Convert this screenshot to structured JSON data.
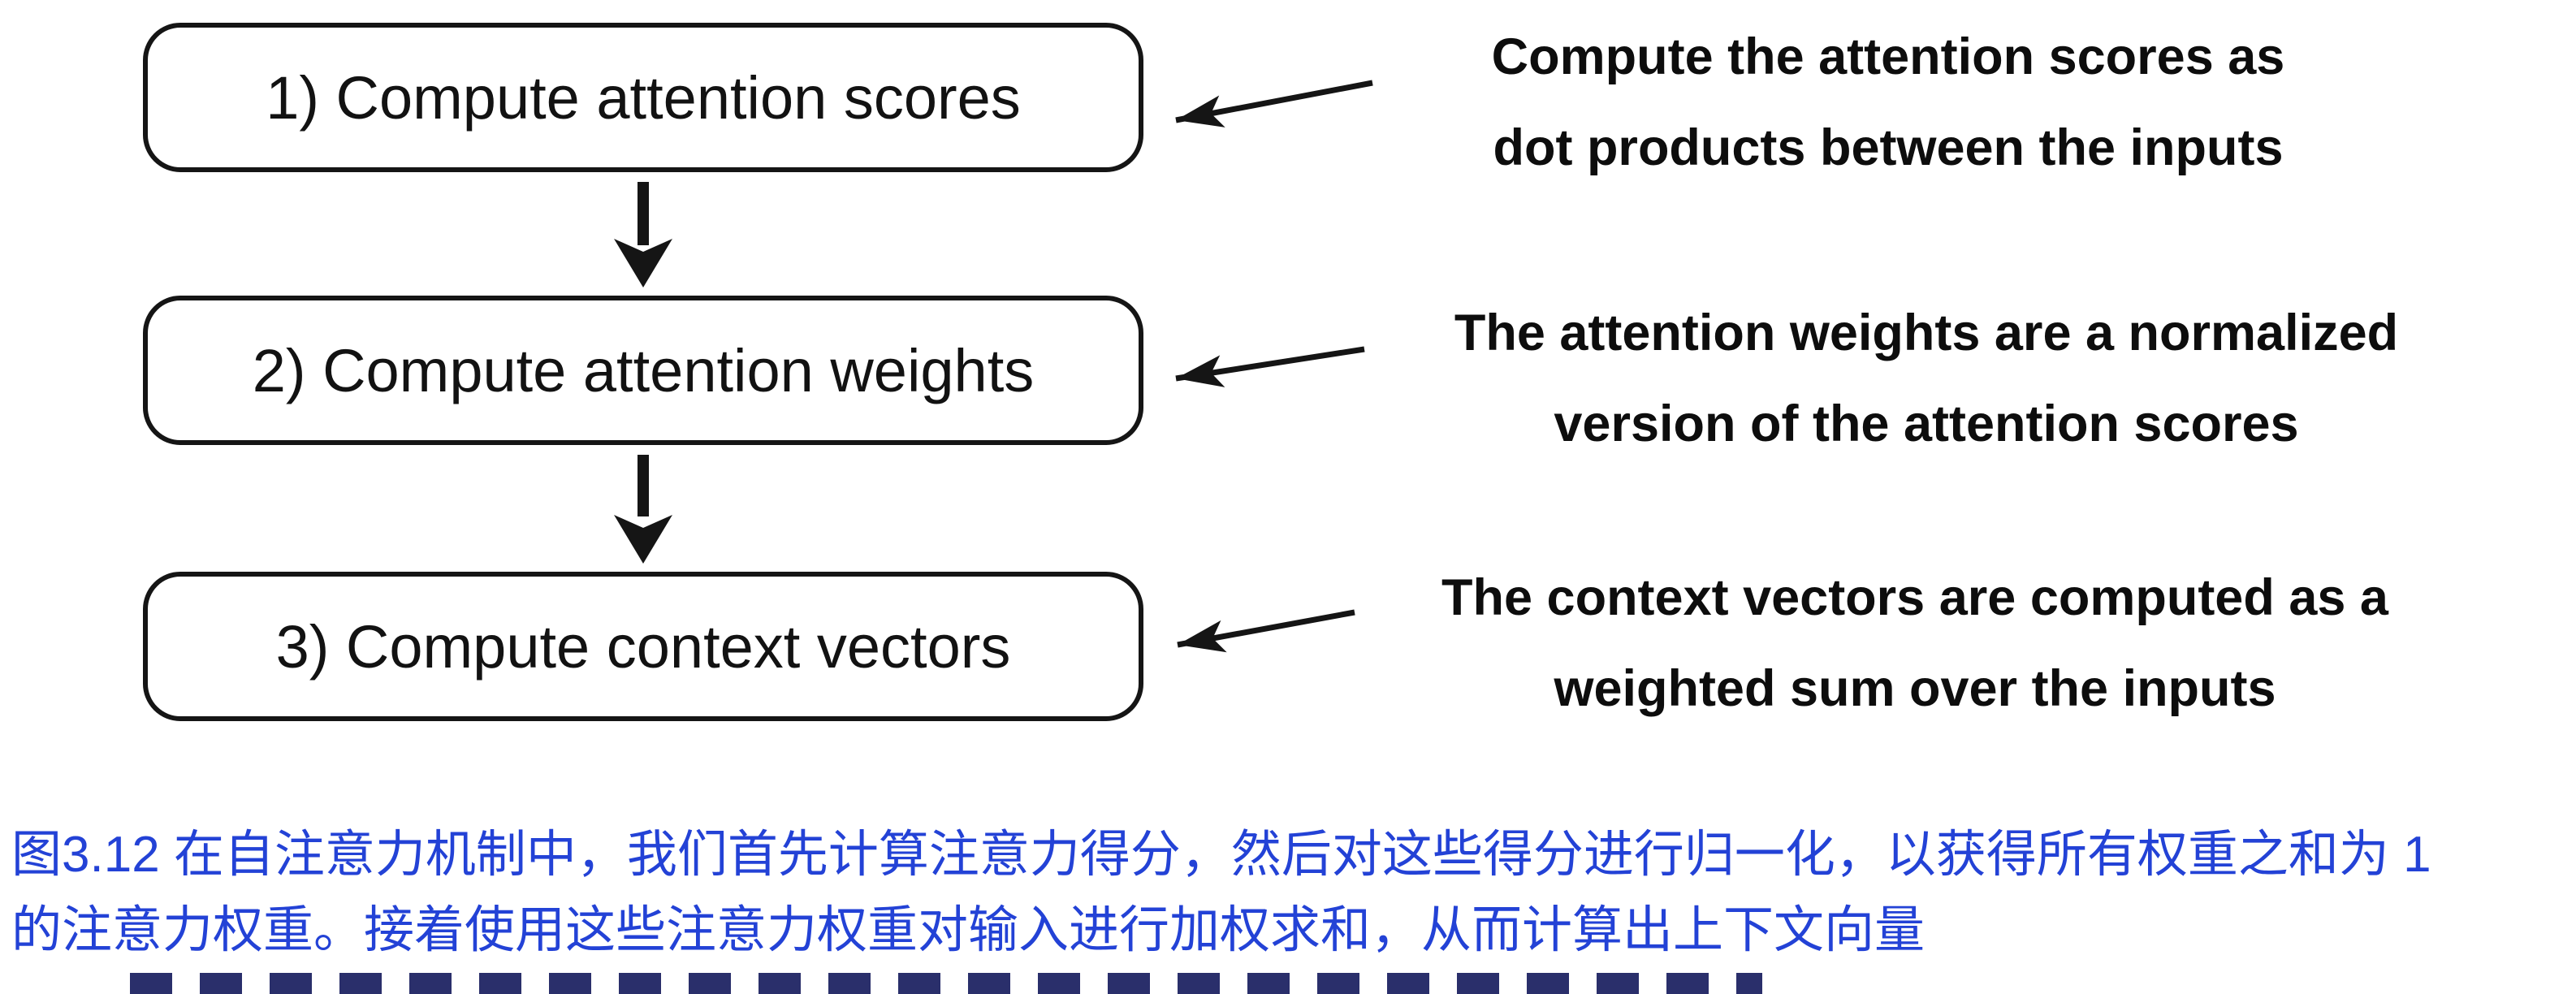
{
  "figure": {
    "steps": [
      {
        "box_label": "1) Compute attention scores",
        "annotation": {
          "line1": "Compute the attention scores as",
          "line2": "dot products between the inputs"
        }
      },
      {
        "box_label": "2) Compute attention weights",
        "annotation": {
          "line1": "The attention weights are a normalized",
          "line2": "version of the attention scores"
        }
      },
      {
        "box_label": "3) Compute context vectors",
        "annotation": {
          "line1": "The context vectors are computed as a",
          "line2": "weighted sum over the inputs"
        }
      }
    ]
  },
  "caption": {
    "line1": "图3.12 在自注意力机制中，我们首先计算注意力得分，然后对这些得分进行归一化，以获得所有权重之和为 1",
    "line2": "的注意力权重。接着使用这些注意力权重对输入进行加权求和，从而计算出上下文向量"
  },
  "colors": {
    "diagram_ink": "#151515",
    "caption_blue": "#2342d6"
  }
}
